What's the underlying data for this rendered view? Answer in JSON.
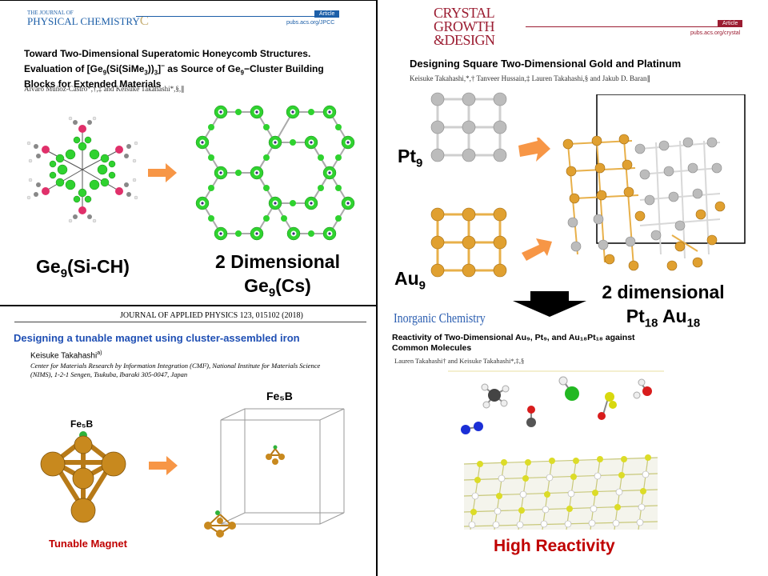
{
  "jpc": {
    "journal_top": "THE JOURNAL OF",
    "journal_main": "PHYSICAL CHEMISTRY",
    "journal_letter": "C",
    "article_tag": "Article",
    "url": "pubs.acs.org/JPCC",
    "title_1": "Toward Two-Dimensional Superatomic Honeycomb Structures.",
    "title_2a": "Evaluation of [Ge",
    "title_2b": "9",
    "title_2c": "(Si(SiMe",
    "title_2d": "3",
    "title_2e": "))",
    "title_2f": "3",
    "title_2g": "]",
    "title_2h": "−",
    "title_2i": " as Source of Ge",
    "title_2j": "9",
    "title_2k": "−Cluster Building",
    "title_3": "Blocks for Extended Materials",
    "authors": "Alvaro Muñoz-Castro*,†,‡ and Keisuke Takahashi*,§,∥",
    "label_left_main": "Ge",
    "label_left_sub": "9",
    "label_left_rest": "(Si-CH)",
    "label_right_1": "2 Dimensional",
    "label_right_2_main": "Ge",
    "label_right_2_sub": "9",
    "label_right_2_rest": "(Cs)"
  },
  "cgd": {
    "journal_1": "CRYSTAL",
    "journal_2": "GROWTH",
    "journal_3": "&DESIGN",
    "article_tag": "Article",
    "url": "pubs.acs.org/crystal",
    "title": "Designing Square Two-Dimensional Gold and Platinum",
    "authors": "Keisuke Takahashi,*,† Tanveer Hussain,‡ Lauren Takahashi,§ and Jakub D. Baran∥",
    "pt_main": "Pt",
    "pt_sub": "9",
    "au_main": "Au",
    "au_sub": "9",
    "two_dim_1": "2 dimensional",
    "pt18_main": "Pt",
    "pt18_sub": "18",
    "au18_main": "Au",
    "au18_sub": "18"
  },
  "jap": {
    "header": "JOURNAL OF APPLIED PHYSICS 123, 015102 (2018)",
    "title": "Designing a tunable magnet using cluster-assembled iron",
    "author": "Keisuke Takahashi",
    "author_sup": "a)",
    "affil_1": "Center for Materials Research by Information Integration (CMI²), National Institute for Materials Science",
    "affil_2": "(NIMS), 1-2-1 Sengen, Tsukuba, Ibaraki 305-0047, Japan",
    "fe_small": "Fe₅B",
    "fe_large": "Fe₅B",
    "caption": "Tunable Magnet"
  },
  "ic": {
    "journal": "Inorganic Chemistry",
    "title_1": "Reactivity of Two-Dimensional Au₉, Pt₉, and Au₁₈Pt₁₈ against",
    "title_2": "Common Molecules",
    "authors": "Lauren Takahashi† and Keisuke Takahashi*,‡,§",
    "caption": "High Reactivity"
  },
  "colors": {
    "ge_green": "#2fd22f",
    "si_pink": "#e0306a",
    "au_gold": "#e0a030",
    "pt_silver": "#bcbcbc",
    "fe_gold": "#c8891e",
    "arrow_orange": "#f79646",
    "caption_red": "#c00000",
    "jap_blue": "#1f4fb4",
    "ic_blue": "#2a5db0"
  }
}
